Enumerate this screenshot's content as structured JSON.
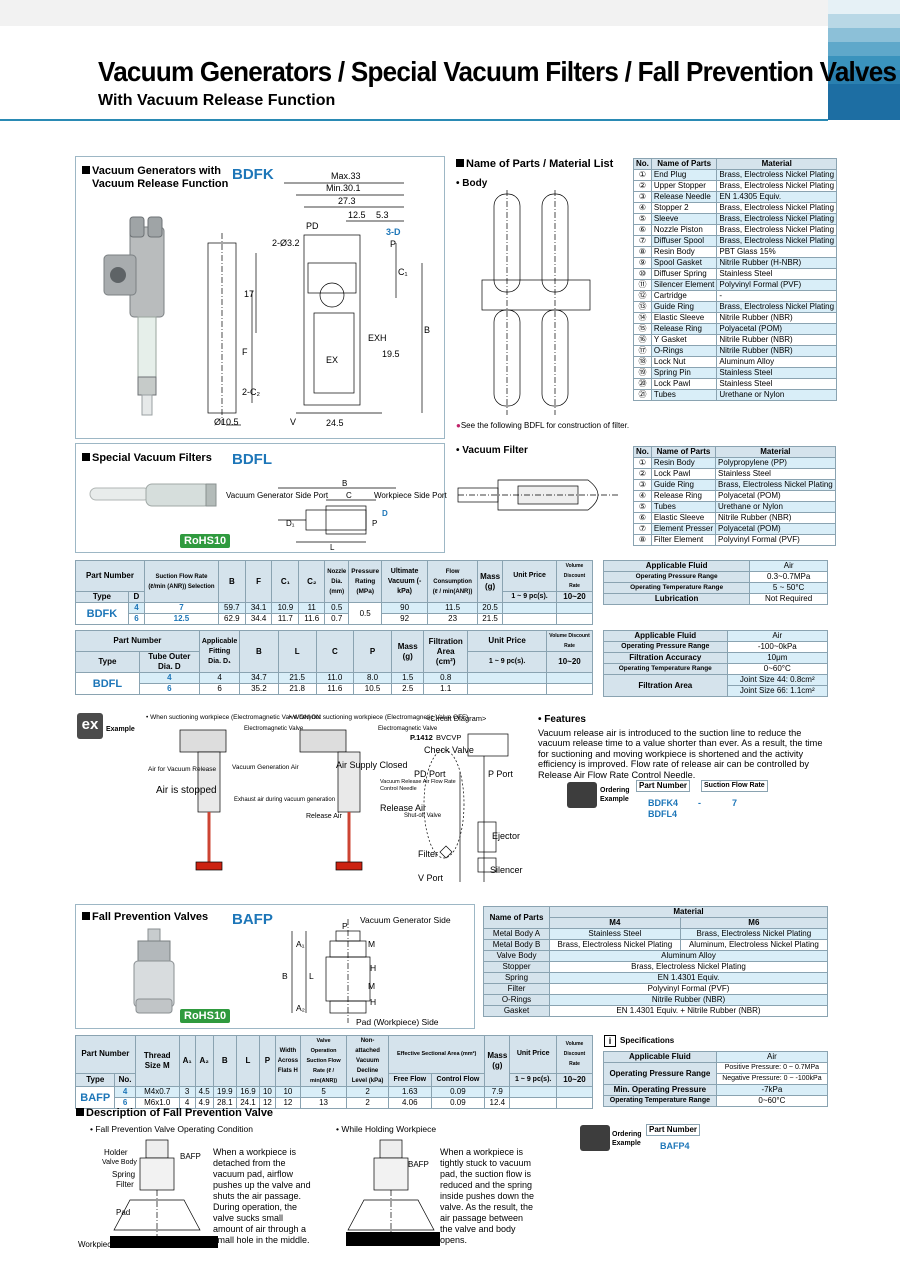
{
  "header": {
    "title": "Vacuum Generators / Special Vacuum Filters / Fall Prevention Valves",
    "subtitle": "With Vacuum Release Function"
  },
  "colors": {
    "accent": "#1d76b8",
    "header_bg": "#d5e3ec",
    "cell_blue": "#d9eef8",
    "rohs": "#2f9a3e"
  },
  "bdfk": {
    "label_line1": "Vacuum Generators with",
    "label_line2": "Vacuum Release Function",
    "code": "BDFK",
    "dims": {
      "max33": "Max.33",
      "min30": "Min.30.1",
      "d273": "27.3",
      "d125": "12.5",
      "d53": "5.3",
      "hole": "2-Ø3.2",
      "pd": "PD",
      "p3d": "3-D",
      "p": "P",
      "c1": "C₁",
      "b": "B",
      "d17": "17",
      "f": "F",
      "c2": "2-C₂",
      "exh": "EXH",
      "d195": "19.5",
      "d105": "Ø10.5",
      "d245": "24.5",
      "v": "V",
      "ex": "EX"
    }
  },
  "parts_list": {
    "title": "Name of Parts / Material List",
    "body_label": "• Body",
    "note": "See the following BDFL for construction of filter.",
    "headers": [
      "No.",
      "Name of Parts",
      "Material"
    ],
    "rows": [
      [
        "①",
        "End Plug",
        "Brass, Electroless Nickel Plating"
      ],
      [
        "②",
        "Upper Stopper",
        "Brass, Electroless Nickel Plating"
      ],
      [
        "③",
        "Release Needle",
        "EN 1.4305 Equiv."
      ],
      [
        "④",
        "Stopper 2",
        "Brass, Electroless Nickel Plating"
      ],
      [
        "⑤",
        "Sleeve",
        "Brass, Electroless Nickel Plating"
      ],
      [
        "⑥",
        "Nozzle Piston",
        "Brass, Electroless Nickel Plating"
      ],
      [
        "⑦",
        "Diffuser Spool",
        "Brass, Electroless Nickel Plating"
      ],
      [
        "⑧",
        "Resin Body",
        "PBT Glass 15%"
      ],
      [
        "⑨",
        "Spool Gasket",
        "Nitrile Rubber (H-NBR)"
      ],
      [
        "⑩",
        "Diffuser Spring",
        "Stainless Steel"
      ],
      [
        "⑪",
        "Silencer Element",
        "Polyvinyl Formal (PVF)"
      ],
      [
        "⑫",
        "Cartridge",
        "-"
      ],
      [
        "⑬",
        "Guide Ring",
        "Brass, Electroless Nickel Plating"
      ],
      [
        "⑭",
        "Elastic Sleeve",
        "Nitrile Rubber (NBR)"
      ],
      [
        "⑮",
        "Release Ring",
        "Polyacetal (POM)"
      ],
      [
        "⑯",
        "Y Gasket",
        "Nitrile Rubber (NBR)"
      ],
      [
        "⑰",
        "O-Rings",
        "Nitrile Rubber (NBR)"
      ],
      [
        "⑱",
        "Lock Nut",
        "Aluminum Alloy"
      ],
      [
        "⑲",
        "Spring Pin",
        "Stainless Steel"
      ],
      [
        "⑳",
        "Lock Pawl",
        "Stainless Steel"
      ],
      [
        "㉑",
        "Tubes",
        "Urethane or Nylon"
      ]
    ]
  },
  "filter_parts": {
    "label": "• Vacuum Filter",
    "headers": [
      "No.",
      "Name of Parts",
      "Material"
    ],
    "rows": [
      [
        "①",
        "Resin Body",
        "Polypropylene (PP)"
      ],
      [
        "②",
        "Lock Pawl",
        "Stainless Steel"
      ],
      [
        "③",
        "Guide Ring",
        "Brass, Electroless Nickel Plating"
      ],
      [
        "④",
        "Release Ring",
        "Polyacetal (POM)"
      ],
      [
        "⑤",
        "Tubes",
        "Urethane or Nylon"
      ],
      [
        "⑥",
        "Elastic Sleeve",
        "Nitrile Rubber (NBR)"
      ],
      [
        "⑦",
        "Element Presser",
        "Polyacetal (POM)"
      ],
      [
        "⑧",
        "Filter Element",
        "Polyvinyl Formal (PVF)"
      ]
    ]
  },
  "bdfl": {
    "label": "Special Vacuum Filters",
    "code": "BDFL",
    "rohs": "RoHS10",
    "vg_side": "Vacuum Generator Side Port",
    "wp_side": "Workpiece Side Port",
    "b": "B",
    "c": "C",
    "l": "L",
    "p": "P",
    "d1": "D₁",
    "d": "D"
  },
  "bdfk_table": {
    "h_part_number": "Part Number",
    "h_type": "Type",
    "h_d": "D",
    "h_suction": "Suction Flow Rate (ℓ/min (ANR)) Selection",
    "h_b": "B",
    "h_f": "F",
    "h_c1": "C₁",
    "h_c2": "C₂",
    "h_nozzle": "Nozzle Dia. (mm)",
    "h_pressure": "Pressure Rating (MPa)",
    "h_ultimate": "Ultimate Vacuum (-kPa)",
    "h_flow": "Flow Consumption (ℓ / min(ANR))",
    "h_mass": "Mass (g)",
    "h_unit": "Unit Price",
    "h_unit_sub": "1 ~ 9 pc(s).",
    "h_disc": "Volume Discount Rate",
    "h_disc_sub": "10~20",
    "type": "BDFK",
    "pressure": "0.5",
    "rows": [
      {
        "d": "4",
        "sfr": "7",
        "b": "59.7",
        "f": "34.1",
        "c1": "10.9",
        "c2": "11",
        "nozzle": "0.5",
        "ult": "90",
        "flow": "11.5",
        "mass": "20.5"
      },
      {
        "d": "6",
        "sfr": "12.5",
        "b": "62.9",
        "f": "34.4",
        "c1": "11.7",
        "c2": "11.6",
        "nozzle": "0.7",
        "ult": "92",
        "flow": "23",
        "mass": "21.5"
      }
    ]
  },
  "bdfk_spec": {
    "rows": [
      [
        "Applicable Fluid",
        "Air"
      ],
      [
        "Operating Pressure Range",
        "0.3~0.7MPa"
      ],
      [
        "Operating Temperature Range",
        "5 ~ 50°C"
      ],
      [
        "Lubrication",
        "Not Required"
      ]
    ]
  },
  "bdfl_table": {
    "h_part_number": "Part Number",
    "h_type": "Type",
    "h_tube": "Tube Outer Dia. D",
    "h_fitting": "Applicable Fitting Dia. D₁",
    "h_b": "B",
    "h_l": "L",
    "h_c": "C",
    "h_p": "P",
    "h_mass": "Mass (g)",
    "h_area": "Filtration Area (cm²)",
    "h_unit": "Unit Price",
    "h_unit_sub": "1 ~ 9 pc(s).",
    "h_disc": "Volume Discount Rate",
    "h_disc_sub": "10~20",
    "type": "BDFL",
    "rows": [
      {
        "d": "4",
        "d1": "4",
        "b": "34.7",
        "l": "21.5",
        "c": "11.0",
        "p": "8.0",
        "mass": "1.5",
        "area": "0.8"
      },
      {
        "d": "6",
        "d1": "6",
        "b": "35.2",
        "l": "21.8",
        "c": "11.6",
        "p": "10.5",
        "mass": "2.5",
        "area": "1.1"
      }
    ]
  },
  "bdfl_spec": {
    "fluid_label": "Applicable Fluid",
    "fluid": "Air",
    "pressure_label": "Operating Pressure Range",
    "pressure": "-100~0kPa",
    "accuracy_label": "Filtration Accuracy",
    "accuracy": "10μm",
    "temp_label": "Operating Temperature Range",
    "temp": "0~60°C",
    "area_label": "Filtration Area",
    "area1": "Joint Size 44: 0.8cm²",
    "area2": "Joint Size 66: 1.1cm²"
  },
  "example": {
    "badge": "ex",
    "badge_label": "Example",
    "cap1": "• When suctioning workpiece (Electromagnetic Valve ON)ON",
    "cap2": "• When not suctioning workpiece (Electromagnetic Valve OFF)",
    "circuit": "<Circuit Diagram>",
    "em_valve": "Electromagnetic Valve",
    "air_for_vacuum": "Air for Vacuum Release",
    "air_stopped": "Air is stopped",
    "vg_air": "Vacuum Generation Air",
    "exhaust": "Exhaust air during vacuum generation",
    "air_supply_closed": "Air Supply Closed",
    "release_air": "Release Air",
    "model": "P.1412",
    "bvcvp": "BVCVP",
    "check_valve": "Check Valve",
    "pd_port": "PD Port",
    "p_port": "P Port",
    "release_ctrl": "Vacuum Release Air Flow Rate Control Needle",
    "shutoff": "Shut-off Valve",
    "ejector": "Ejector",
    "filter": "Filter",
    "silencer": "Silencer",
    "v_port": "V Port"
  },
  "features": {
    "title": "• Features",
    "text": "Vacuum release air is introduced to the suction line to reduce the vacuum release time to a value shorter than ever. As a result, the time for suctioning and moving workpiece is shortened and the activity efficiency is improved. Flow rate of release air can be controlled by Release Air Flow Rate Control Needle."
  },
  "ordering1": {
    "label": "Ordering Example",
    "h_pn": "Part Number",
    "h_sfr": "Suction Flow Rate",
    "pn1": "BDFK4",
    "dash": "-",
    "sfr": "7",
    "pn2": "BDFL4"
  },
  "bafp": {
    "label": "Fall Prevention Valves",
    "code": "BAFP",
    "rohs": "RoHS10",
    "vg_side": "Vacuum Generator Side",
    "pad_side": "Pad (Workpiece) Side",
    "p": "P",
    "m": "M",
    "h": "H",
    "a1": "A₁",
    "a2": "A₂",
    "b": "B",
    "l": "L"
  },
  "bafp_material": {
    "h_name": "Name of Parts",
    "h_mat": "Material",
    "h_m4": "M4",
    "h_m6": "M6",
    "rows": [
      [
        "Metal Body A",
        "Stainless Steel",
        "Brass, Electroless Nickel Plating"
      ],
      [
        "Metal Body B",
        "Brass, Electroless Nickel Plating",
        "Aluminum, Electroless Nickel Plating"
      ],
      [
        "Valve Body",
        "Aluminum Alloy"
      ],
      [
        "Stopper",
        "Brass, Electroless Nickel Plating"
      ],
      [
        "Spring",
        "EN 1.4301 Equiv."
      ],
      [
        "Filter",
        "Polyvinyl Formal (PVF)"
      ],
      [
        "O-Rings",
        "Nitrile Rubber (NBR)"
      ],
      [
        "Gasket",
        "EN 1.4301 Equiv. + Nitrile Rubber (NBR)"
      ]
    ]
  },
  "bafp_table": {
    "h_pn": "Part Number",
    "h_type": "Type",
    "h_no": "No.",
    "h_thread": "Thread Size M",
    "h_a1": "A₁",
    "h_a2": "A₂",
    "h_b": "B",
    "h_l": "L",
    "h_p": "P",
    "h_width": "Width Across Flats H",
    "h_vop": "Valve Operation Suction Flow Rate (ℓ / min(ANR))",
    "h_nonatt": "Non-attached Vacuum Decline Level (kPa)",
    "h_eff": "Effective Sectional Area (mm²)",
    "h_free": "Free Flow",
    "h_ctrl": "Control Flow",
    "h_mass": "Mass (g)",
    "h_unit": "Unit Price",
    "h_unit_sub": "1 ~ 9 pc(s).",
    "h_disc": "Volume Discount Rate",
    "h_disc_sub": "10~20",
    "type": "BAFP",
    "rows": [
      {
        "no": "4",
        "m": "M4x0.7",
        "a1": "3",
        "a2": "4.5",
        "b": "19.9",
        "l": "16.9",
        "p": "10",
        "h": "10",
        "vop": "5",
        "nonatt": "2",
        "free": "1.63",
        "ctrl": "0.09",
        "mass": "7.9"
      },
      {
        "no": "6",
        "m": "M6x1.0",
        "a1": "4",
        "a2": "4.9",
        "b": "28.1",
        "l": "24.1",
        "p": "12",
        "h": "12",
        "vop": "13",
        "nonatt": "2",
        "free": "4.06",
        "ctrl": "0.09",
        "mass": "12.4"
      }
    ]
  },
  "bafp_spec": {
    "title": "Specifications",
    "fluid_label": "Applicable Fluid",
    "fluid": "Air",
    "pressure_label": "Operating Pressure Range",
    "pos": "Positive Pressure: 0 ~ 0.7MPa",
    "neg": "Negative Pressure: 0 ~ -100kPa",
    "min_label": "Min. Operating Pressure",
    "min": "-7kPa",
    "temp_label": "Operating Temperature Range",
    "temp": "0~60°C"
  },
  "ordering2": {
    "label": "Ordering Example",
    "h_pn": "Part Number",
    "pn": "BAFP4"
  },
  "description": {
    "title": "Description of Fall Prevention Valve",
    "cond1": "• Fall Prevention Valve Operating Condition",
    "cond2": "• While Holding Workpiece",
    "holder": "Holder",
    "valve_body": "Valve Body",
    "spring": "Spring",
    "filter": "Filter",
    "pad": "Pad",
    "workpiece": "Workpiece",
    "bafp": "BAFP",
    "text1": "When a workpiece is detached from the vacuum pad, airflow pushes up the valve and shuts the air passage. During operation, the valve sucks small amount of air through a small hole in the middle.",
    "text2": "When a workpiece is tightly stuck to vacuum pad, the suction flow is reduced and the spring inside pushes down the valve. As the result, the air passage between the valve and body opens."
  }
}
